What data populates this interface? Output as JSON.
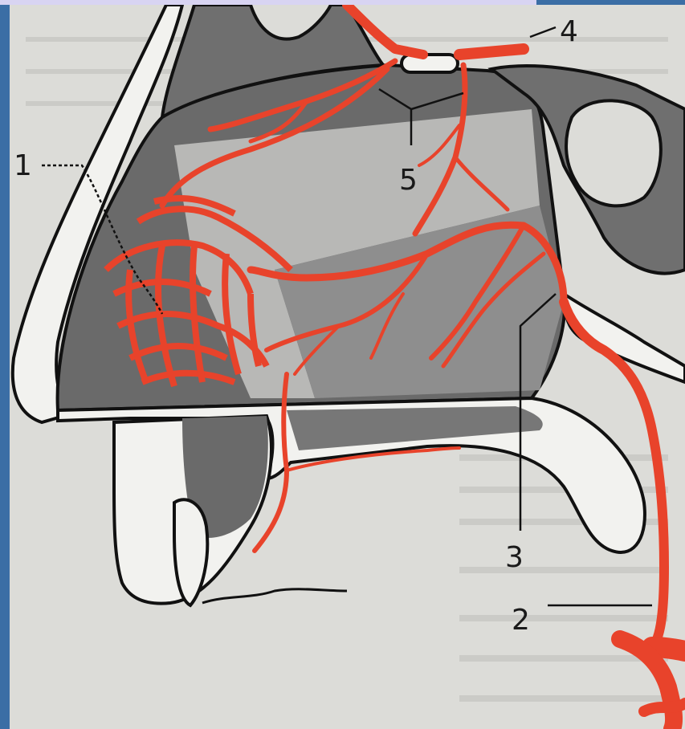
{
  "diagram": {
    "labels": [
      "1",
      "2",
      "3",
      "4",
      "5"
    ],
    "colors": {
      "artery": "#e8432b",
      "bone_dark": "#6f6f6f",
      "bone_mid": "#8e8e8e",
      "bone_light": "#b8b8b6",
      "paper": "#dcdcd8",
      "outline": "#111111",
      "frame": "#3b6ea5"
    }
  }
}
